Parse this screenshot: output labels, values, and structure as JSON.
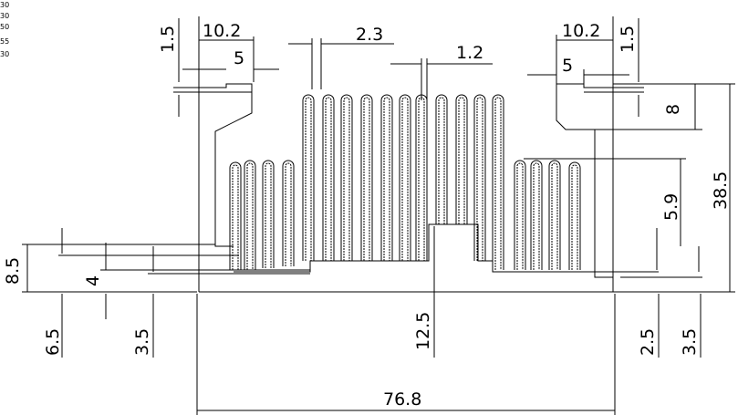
{
  "drawing": {
    "type": "heatsink profile technical drawing",
    "line_color": "#000000",
    "background": "#ffffff",
    "corner_fragments": [
      "30",
      "30",
      "50",
      "55",
      "30"
    ],
    "dimensions": {
      "top_left_width": "10.2",
      "top_left_slot": "5",
      "top_left_offset": "1.5",
      "fin_thickness": "2.3",
      "fin_gap": "1.2",
      "top_right_width": "10.2",
      "top_right_slot": "5",
      "top_right_offset": "1.5",
      "right_step_height": "8",
      "total_height": "38.5",
      "right_fin_depth": "5.9",
      "left_base_height": "8.5",
      "left_inner_height": "4",
      "left_step_a": "6.5",
      "left_step_b": "3.5",
      "center_base": "12.5",
      "right_step_a": "2.5",
      "right_step_b": "3.5",
      "overall_width": "76.8"
    }
  }
}
